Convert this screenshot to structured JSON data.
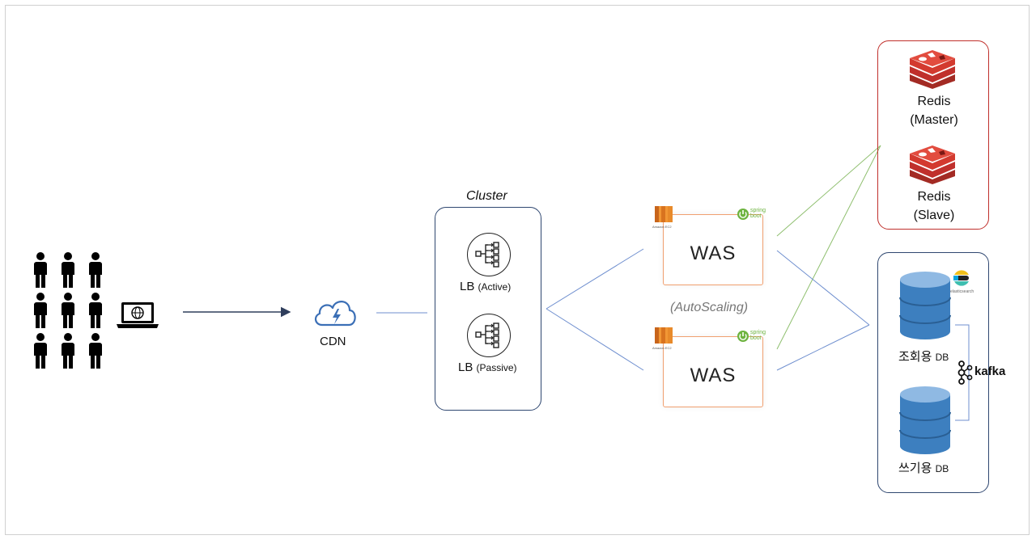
{
  "diagram": {
    "cdn": {
      "label": "CDN"
    },
    "cluster": {
      "title": "Cluster",
      "lb_active": {
        "main": "LB",
        "sub": "(Active)"
      },
      "lb_passive": {
        "main": "LB",
        "sub": "(Passive)"
      }
    },
    "was": {
      "top_label": "WAS",
      "bottom_label": "WAS",
      "autoscaling": "(AutoScaling)",
      "ec2_caption": "Amazon EC2",
      "spring_caption_1": "spring",
      "spring_caption_2": "boot"
    },
    "redis": {
      "master_line1": "Redis",
      "master_line2": "(Master)",
      "slave_line1": "Redis",
      "slave_line2": "(Slave)"
    },
    "db": {
      "read_main": "조회용",
      "read_sub": "DB",
      "write_main": "쓰기용",
      "write_sub": "DB",
      "elasticsearch_caption": "elasticsearch",
      "kafka_label": "kafka"
    },
    "colors": {
      "navy": "#2f4770",
      "redis_red": "#c0302c",
      "was_orange": "#f0a070",
      "db_blue": "#3d7fbf",
      "link_blue": "#6f8fcf",
      "link_green": "#8fbf6f"
    }
  }
}
